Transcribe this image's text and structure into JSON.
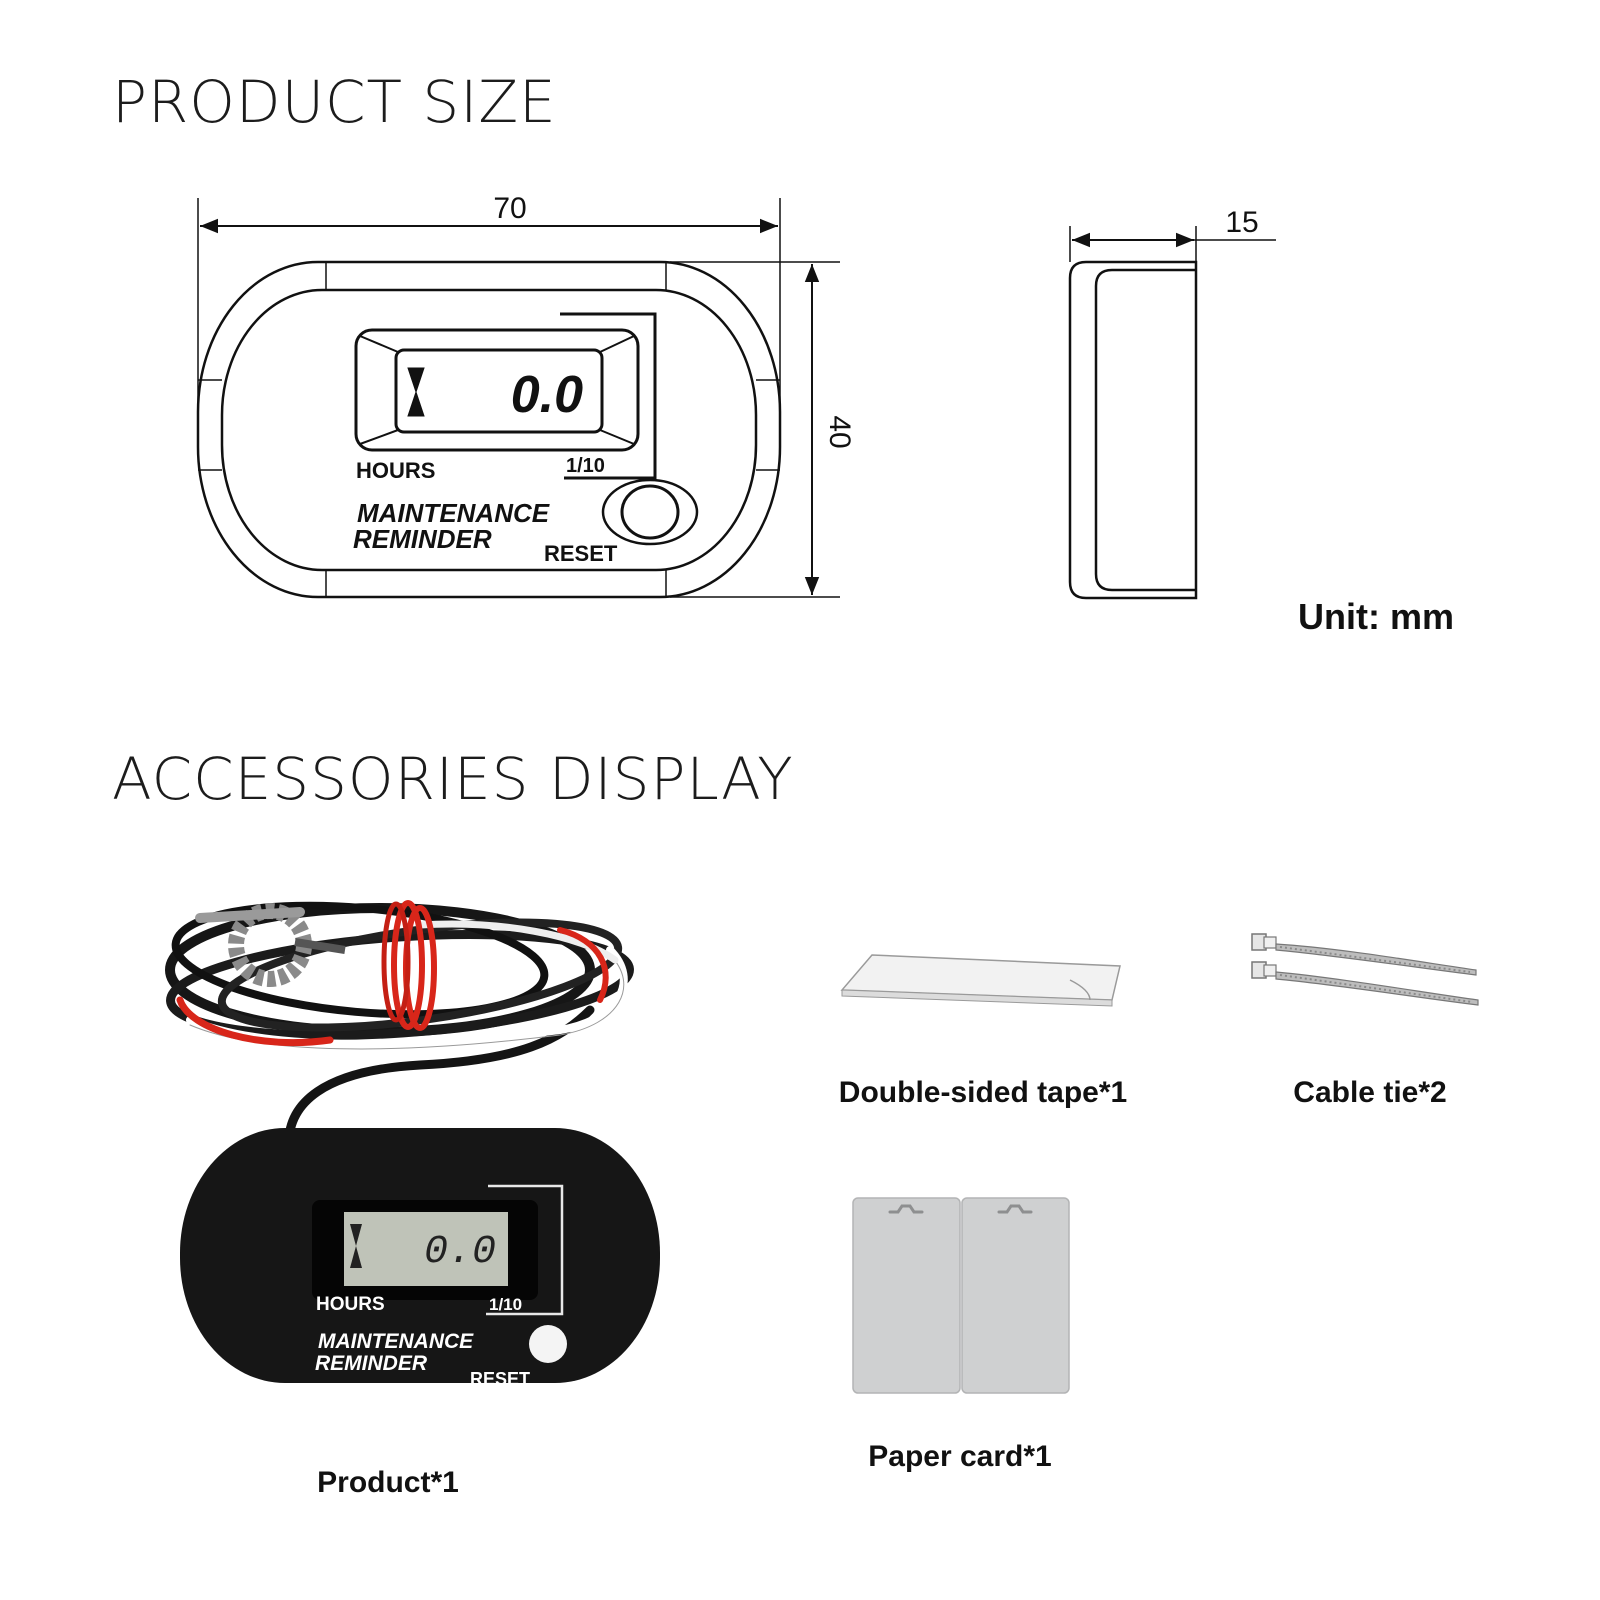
{
  "headings": {
    "product_size": "PRODUCT SIZE",
    "accessories": "ACCESSORIES DISPLAY"
  },
  "dimensions": {
    "width": "70",
    "height": "40",
    "depth": "15",
    "unit": "Unit: mm"
  },
  "device_labels": {
    "hours": "HOURS",
    "tenth": "1/10",
    "maintenance": "MAINTENANCE",
    "reminder": "REMINDER",
    "reset": "RESET",
    "display_value": "0.0"
  },
  "accessories": {
    "product": "Product*1",
    "tape": "Double-sided tape*1",
    "cable_tie": "Cable tie*2",
    "paper_card": "Paper card*1"
  },
  "colors": {
    "device_body": "#161616",
    "lcd": "#bfc3b8",
    "wire_red": "#d8261a",
    "card": "#cfd0d1"
  }
}
